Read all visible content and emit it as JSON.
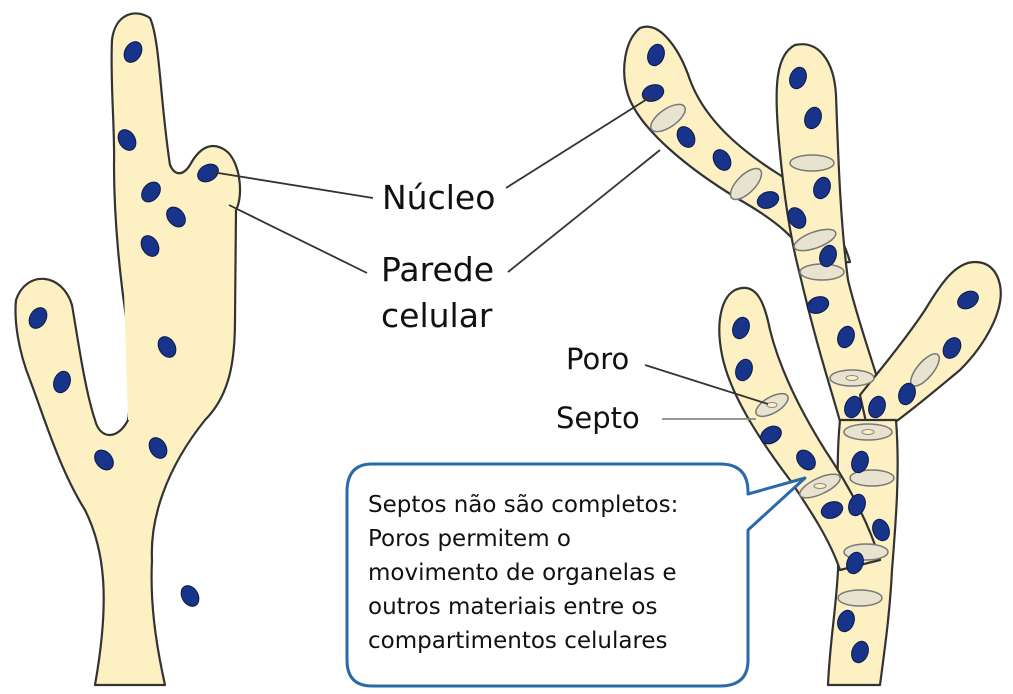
{
  "labels": {
    "nucleus": "Núcleo",
    "cell_wall_line1": "Parede",
    "cell_wall_line2": "celular",
    "pore": "Poro",
    "septum": "Septo"
  },
  "callout": {
    "lines": [
      "Septos não são completos:",
      "Poros permitem o",
      "movimento de organelas e",
      "outros materiais entre os",
      "compartimentos celulares"
    ]
  },
  "colors": {
    "cytoplasm": "#fdf0c2",
    "outline": "#333333",
    "nucleus": "#17338a",
    "septum": "#d6d2c4",
    "callout_border": "#2a6aa7"
  }
}
